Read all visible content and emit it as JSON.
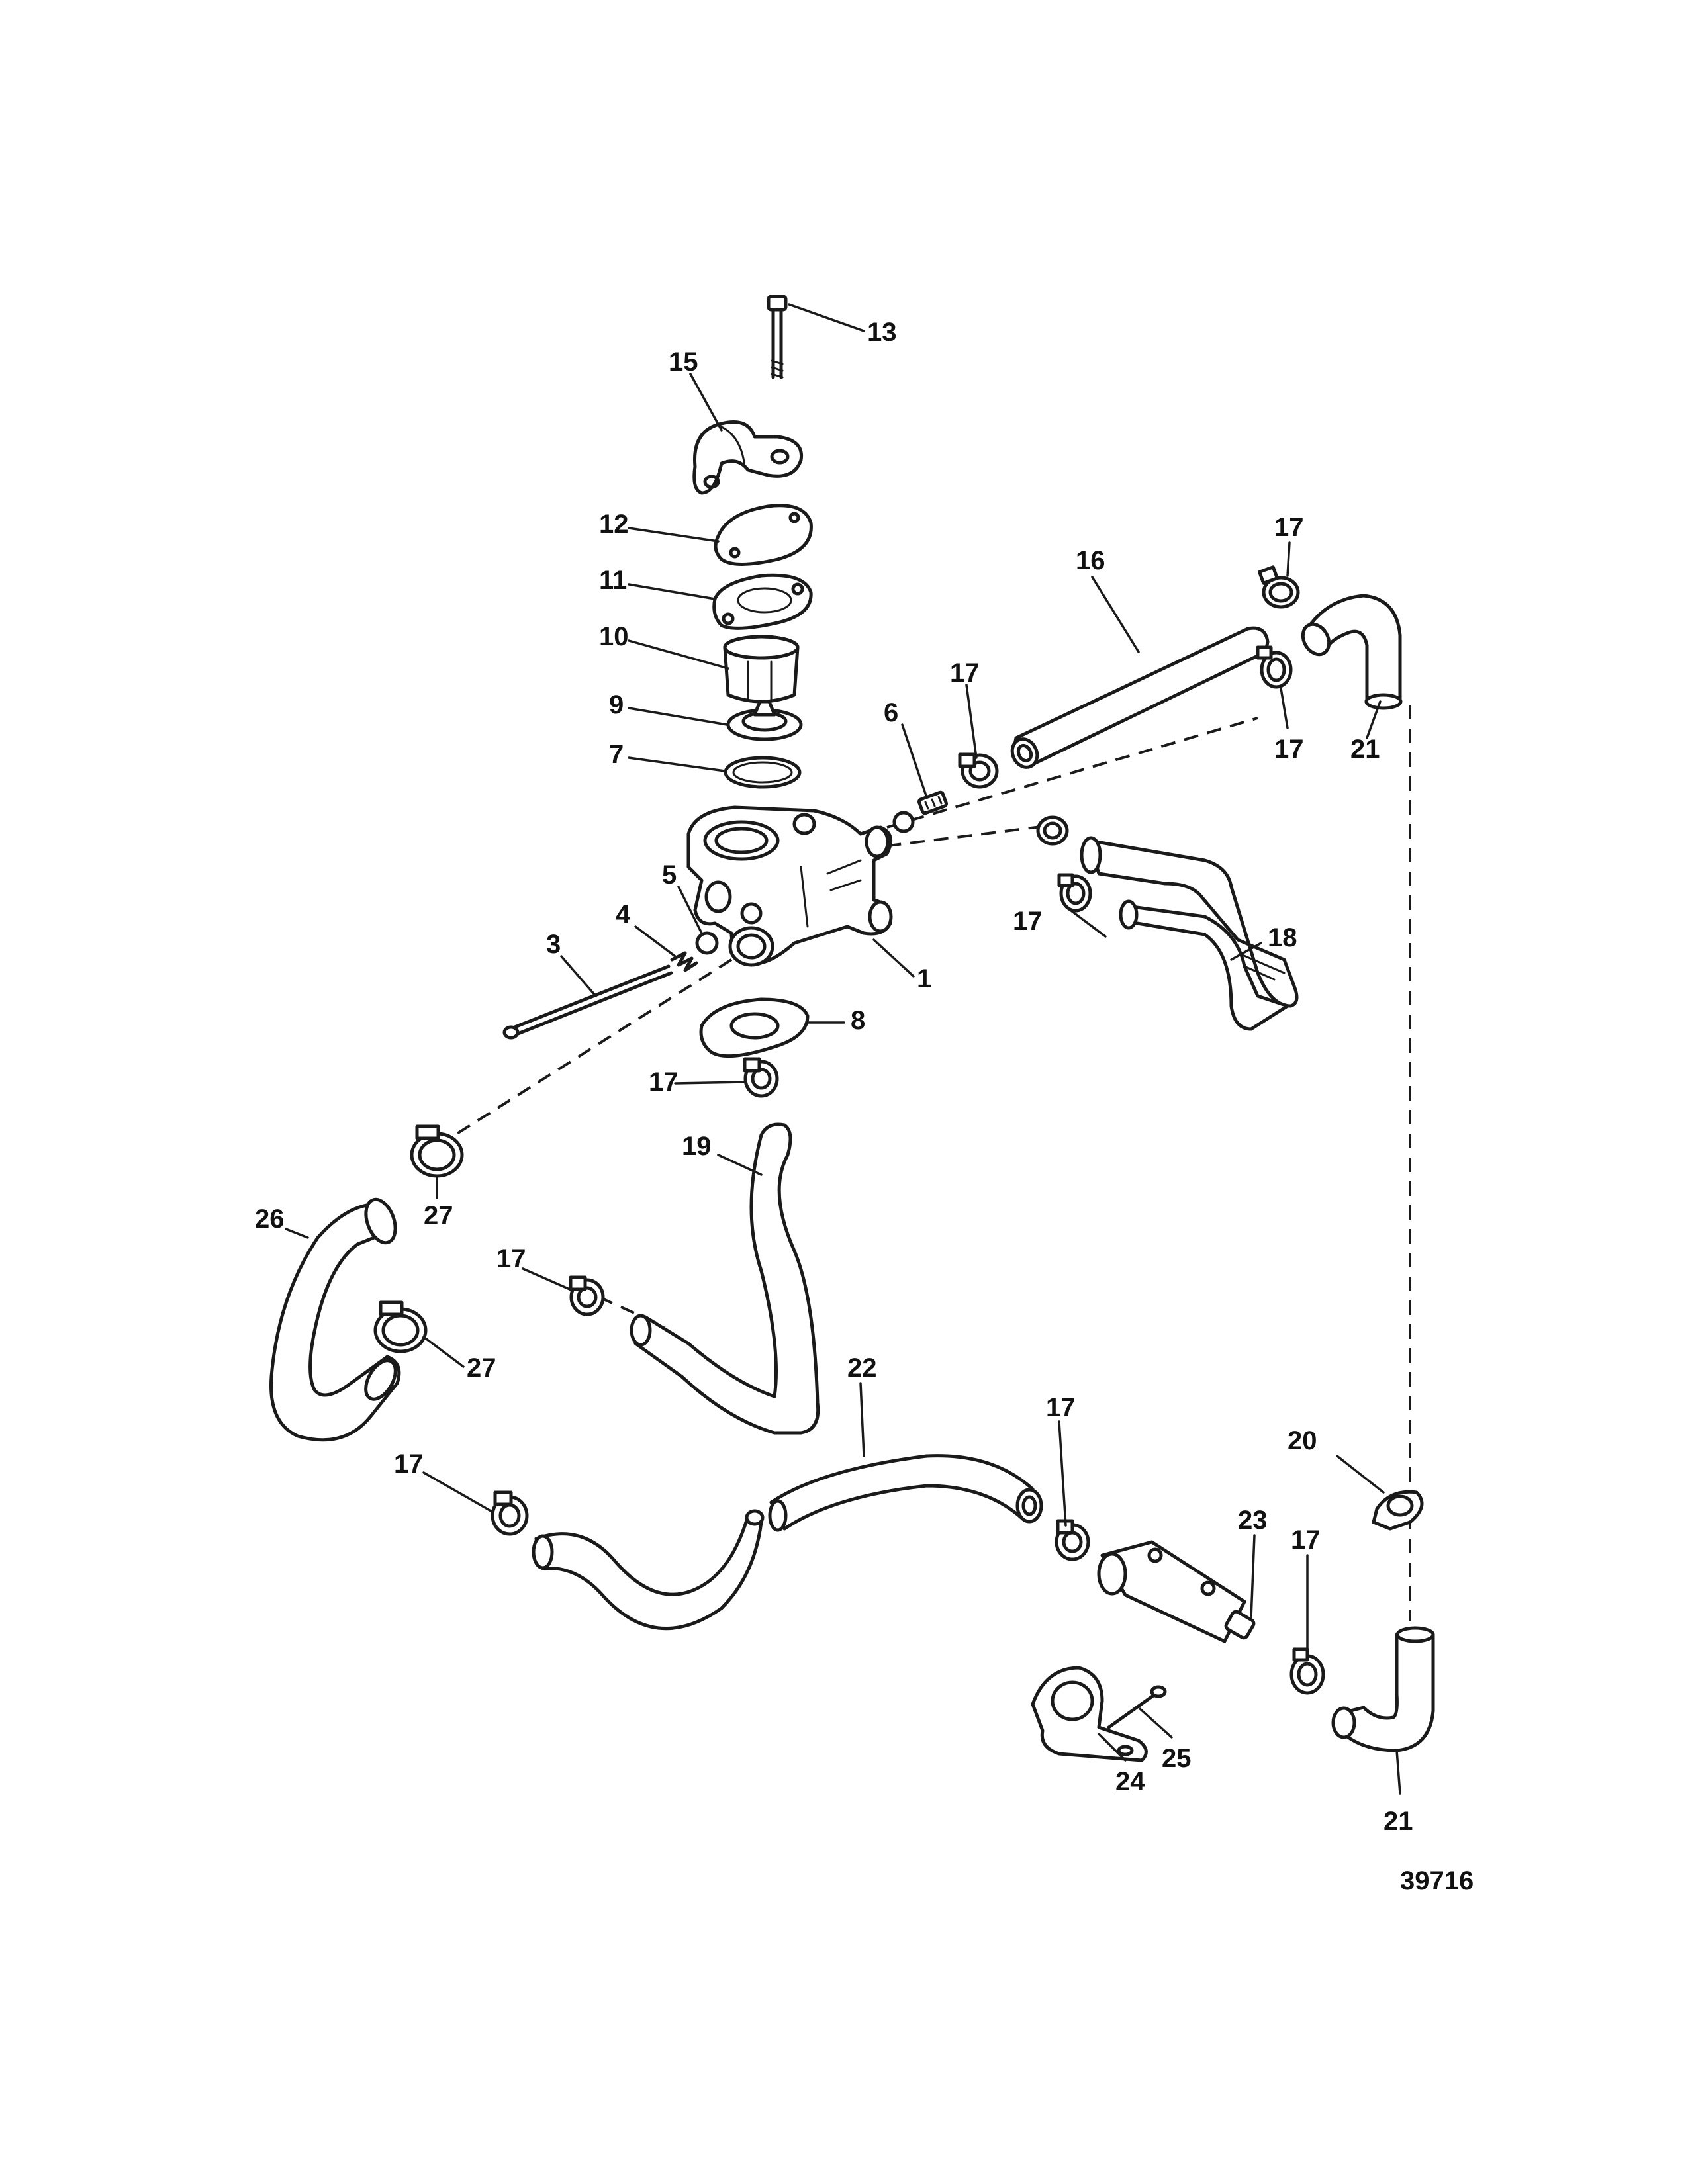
{
  "figure_number": "39716",
  "callouts": {
    "c1": "1",
    "c3": "3",
    "c4": "4",
    "c5": "5",
    "c6": "6",
    "c7": "7",
    "c8": "8",
    "c9": "9",
    "c10": "10",
    "c11": "11",
    "c12": "12",
    "c13": "13",
    "c15": "15",
    "c16": "16",
    "c17": "17",
    "c18": "18",
    "c19": "19",
    "c20": "20",
    "c21": "21",
    "c22": "22",
    "c23": "23",
    "c24": "24",
    "c25": "25",
    "c26": "26",
    "c27": "27"
  }
}
